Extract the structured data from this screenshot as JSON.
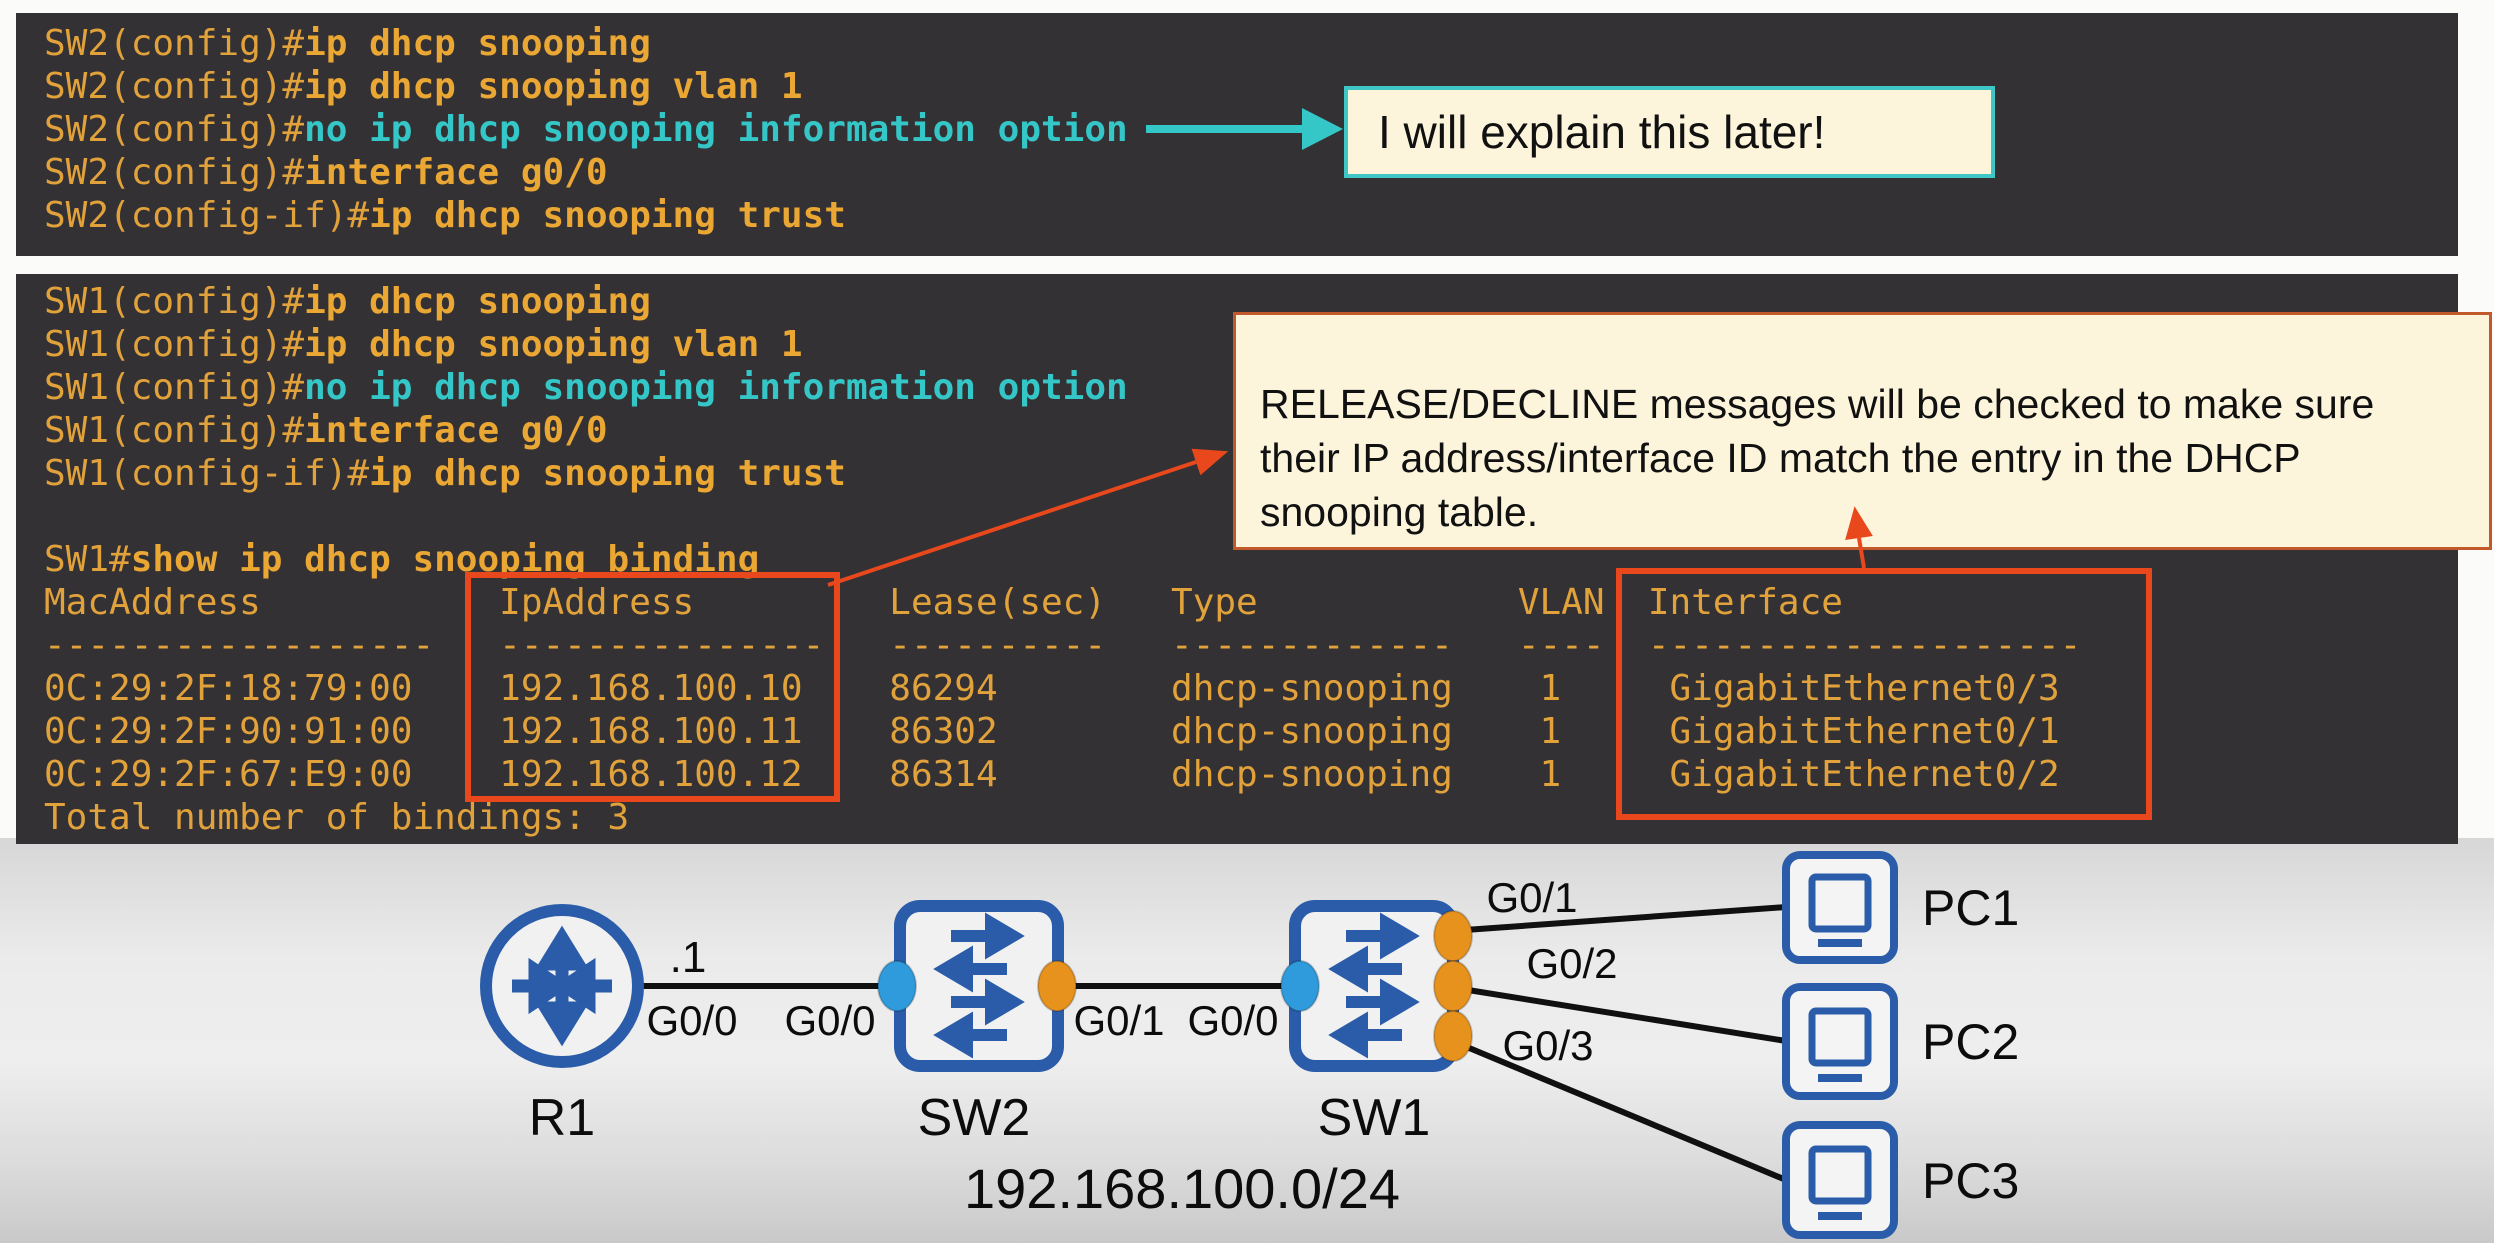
{
  "terminals": {
    "sw2": {
      "lines": [
        {
          "spans": [
            {
              "t": "SW2(config)#",
              "c": "p"
            },
            {
              "t": "ip dhcp snooping",
              "c": "c"
            }
          ]
        },
        {
          "spans": [
            {
              "t": "SW2(config)#",
              "c": "p"
            },
            {
              "t": "ip dhcp snooping vlan 1",
              "c": "c"
            }
          ]
        },
        {
          "spans": [
            {
              "t": "SW2(config)#",
              "c": "p"
            },
            {
              "t": "no ip dhcp snooping information option",
              "c": "t"
            }
          ]
        },
        {
          "spans": [
            {
              "t": "SW2(config)#",
              "c": "p"
            },
            {
              "t": "interface g0/0",
              "c": "c"
            }
          ]
        },
        {
          "spans": [
            {
              "t": "SW2(config-if)#",
              "c": "p"
            },
            {
              "t": "ip dhcp snooping trust",
              "c": "c"
            }
          ]
        }
      ]
    },
    "sw1": {
      "lines": [
        {
          "spans": [
            {
              "t": "SW1(config)#",
              "c": "p"
            },
            {
              "t": "ip dhcp snooping",
              "c": "c"
            }
          ]
        },
        {
          "spans": [
            {
              "t": "SW1(config)#",
              "c": "p"
            },
            {
              "t": "ip dhcp snooping vlan 1",
              "c": "c"
            }
          ]
        },
        {
          "spans": [
            {
              "t": "SW1(config)#",
              "c": "p"
            },
            {
              "t": "no ip dhcp snooping information option",
              "c": "t"
            }
          ]
        },
        {
          "spans": [
            {
              "t": "SW1(config)#",
              "c": "p"
            },
            {
              "t": "interface g0/0",
              "c": "c"
            }
          ]
        },
        {
          "spans": [
            {
              "t": "SW1(config-if)#",
              "c": "p"
            },
            {
              "t": "ip dhcp snooping trust",
              "c": "c"
            }
          ]
        },
        {
          "spans": [
            {
              "t": "",
              "c": "o"
            }
          ]
        },
        {
          "spans": [
            {
              "t": "SW1#",
              "c": "p"
            },
            {
              "t": "show ip dhcp snooping binding",
              "c": "c"
            }
          ]
        },
        {
          "spans": [
            {
              "t": "MacAddress           IpAddress         Lease(sec)   Type            VLAN  Interface",
              "c": "o"
            }
          ]
        },
        {
          "spans": [
            {
              "t": "------------------   ---------------   ----------   -------------   ----  --------------------",
              "c": "o"
            }
          ]
        },
        {
          "spans": [
            {
              "t": "0C:29:2F:18:79:00    192.168.100.10    86294        dhcp-snooping    1     GigabitEthernet0/3",
              "c": "o"
            }
          ]
        },
        {
          "spans": [
            {
              "t": "0C:29:2F:90:91:00    192.168.100.11    86302        dhcp-snooping    1     GigabitEthernet0/1",
              "c": "o"
            }
          ]
        },
        {
          "spans": [
            {
              "t": "0C:29:2F:67:E9:00    192.168.100.12    86314        dhcp-snooping    1     GigabitEthernet0/2",
              "c": "o"
            }
          ]
        },
        {
          "spans": [
            {
              "t": "Total number of bindings: 3",
              "c": "o"
            }
          ]
        }
      ]
    }
  },
  "binding_table": {
    "headers": [
      "MacAddress",
      "IpAddress",
      "Lease(sec)",
      "Type",
      "VLAN",
      "Interface"
    ],
    "rows": [
      [
        "0C:29:2F:18:79:00",
        "192.168.100.10",
        "86294",
        "dhcp-snooping",
        "1",
        "GigabitEthernet0/3"
      ],
      [
        "0C:29:2F:90:91:00",
        "192.168.100.11",
        "86302",
        "dhcp-snooping",
        "1",
        "GigabitEthernet0/1"
      ],
      [
        "0C:29:2F:67:E9:00",
        "192.168.100.12",
        "86314",
        "dhcp-snooping",
        "1",
        "GigabitEthernet0/2"
      ]
    ],
    "total_line": "Total number of bindings: 3"
  },
  "callouts": {
    "later": "I will explain this later!",
    "release": "RELEASE/DECLINE messages will be checked to make sure\ntheir IP address/interface ID match the entry in the DHCP\nsnooping table."
  },
  "diagram": {
    "subnet": "192.168.100.0/24",
    "labels": {
      "r1": "R1",
      "sw2": "SW2",
      "sw1": "SW1",
      "pc1": "PC1",
      "pc2": "PC2",
      "pc3": "PC3",
      "ip_last_octet": ".1",
      "r1_g00": "G0/0",
      "sw2_g00": "G0/0",
      "sw2_g01": "G0/1",
      "sw1_g00": "G0/0",
      "sw1_g01": "G0/1",
      "sw1_g02": "G0/2",
      "sw1_g03": "G0/3"
    }
  },
  "colors": {
    "terminal_bg": "#333134",
    "prompt_orange": "#e2a23b",
    "command_teal": "#35c7c7",
    "highlight_red": "#e8481c",
    "callout_bg": "#fcf5dc",
    "callout_border_teal": "#3ec7c4",
    "callout_border_orange": "#c2592b",
    "cisco_blue": "#2a5caa",
    "trusted_port_blue": "#2f9bdc",
    "untrusted_port_orange": "#e8921e"
  }
}
